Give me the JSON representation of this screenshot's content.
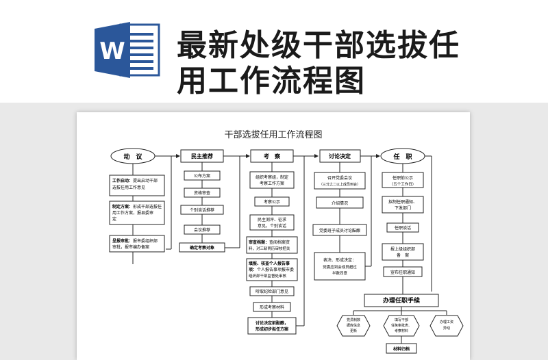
{
  "header": {
    "title_line1": "最新处级干部选拔任",
    "title_line2": "用工作流程图",
    "logo_icon": "word-icon",
    "logo_letter": "W",
    "brand_color": "#2b579a"
  },
  "document": {
    "title": "干部选拔任用工作流程图",
    "col1": {
      "head": "动　议",
      "items": [
        {
          "bold": "工作启动：",
          "text1": "提出启动干部",
          "text2": "选拔任用工作意见"
        },
        {
          "bold": "制定方案：",
          "text1": "形成干部选拔任",
          "text2": "用工作方案，报县委审",
          "text3": "定"
        },
        {
          "bold": "呈报审批：",
          "text1": "报市委组织部",
          "text2": "审批，报市编办备案"
        }
      ]
    },
    "col2": {
      "head": "民主推荐",
      "items": [
        "公布方案",
        "资格审查",
        "个别谈话推荐",
        "会议推荐",
        "确定考察对象"
      ]
    },
    "col3": {
      "head": "考　察",
      "items": [
        {
          "l1": "组织考察组，制定",
          "l2": "考察工作方案"
        },
        {
          "l1": "考察公示"
        },
        {
          "l1": "民主测评、征求",
          "l2": "意见，个别谈话"
        },
        {
          "bold": "审查档案：",
          "l1": "查阅档案资",
          "l2": "料，对三龄两历审核把关"
        },
        {
          "bold": "填报、核查个人报告事",
          "bold2": "项：",
          "l1": "个人报告事项报市委",
          "l2": "组织部干部监督处审核"
        },
        {
          "l1": "听取纪检部门意见"
        },
        {
          "l1": "形成考察材料"
        },
        {
          "l1": "讨论决定前酝酿，",
          "l2": "形成初步拟任方案"
        }
      ]
    },
    "col4": {
      "head": "讨论决定",
      "items": [
        {
          "l1": "召开党委会议",
          "l2": "（三分之二以上成员到会）"
        },
        {
          "l1": "介绍情况"
        },
        {
          "l1": "党委班子成员讨论酝酿"
        },
        {
          "l1": "表决、形成决定：",
          "l2": "党委应到会成员超过",
          "l3": "半数同意"
        }
      ]
    },
    "col5": {
      "head": "任　职",
      "items": [
        {
          "l1": "任职前公示",
          "l2": "（五个工作日）"
        },
        {
          "l1": "拟制任职通知、",
          "l2": "下发部门"
        },
        {
          "l1": "任职谈话"
        },
        {
          "l1": "报上级组织部",
          "l2": "备　案"
        },
        {
          "l1": "宣布任职通知"
        }
      ]
    },
    "procedures": {
      "head": "办理任职手续",
      "items": [
        {
          "l1": "党员制数",
          "l2": "据库信息",
          "l3": "更新"
        },
        {
          "l1": "填写干部",
          "l2": "任免审批表、",
          "l3": "考察材料"
        },
        {
          "l1": "办理工资",
          "l2": "异动"
        }
      ],
      "final": "材料归档"
    }
  }
}
